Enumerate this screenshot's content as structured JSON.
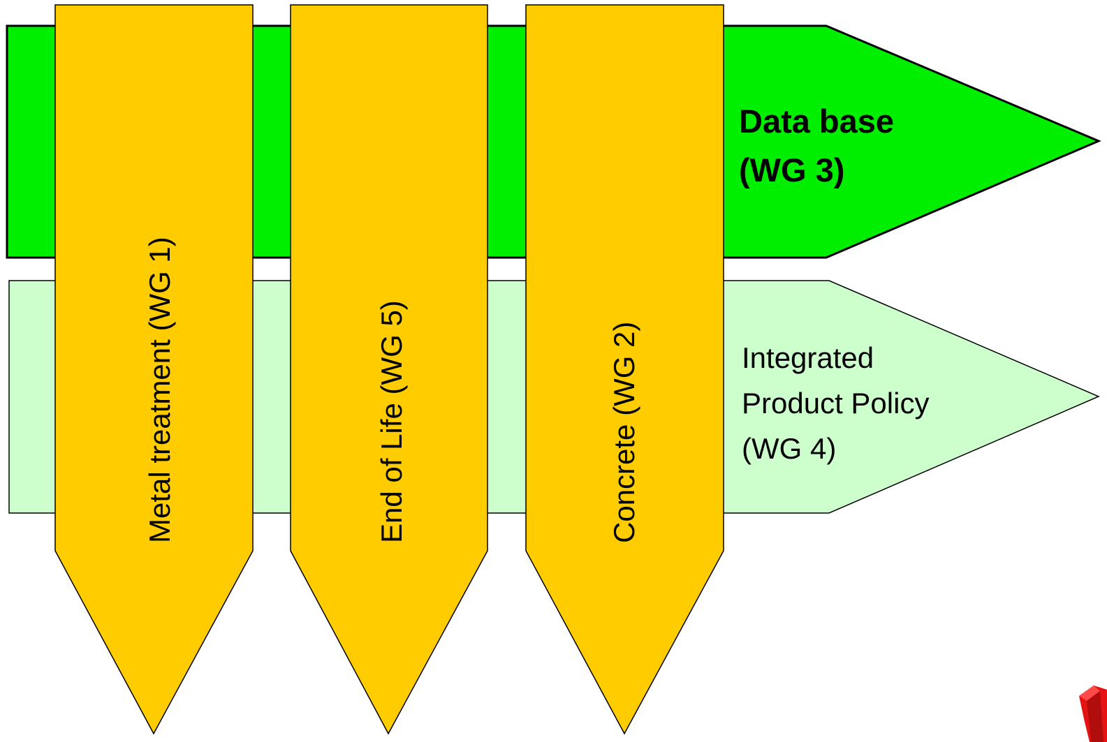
{
  "colors": {
    "data_base_arrow": "#00ee00",
    "ipp_arrow": "#ccffcc",
    "wg_arrows": "#ffcc00",
    "stroke": "#000000",
    "corner_logo": "#ee1111"
  },
  "horizontal_arrows": {
    "data_base": {
      "line1": "Data base",
      "line2": "(WG 3)"
    },
    "ipp": {
      "line1": "Integrated",
      "line2": "Product Policy",
      "line3": "(WG 4)"
    }
  },
  "vertical_arrows": {
    "metal_treatment": "Metal treatment (WG 1)",
    "end_of_life": "End of Life (WG 5)",
    "concrete": "Concrete (WG 2)"
  },
  "corner_logo_icon": "red-cube-logo-icon"
}
